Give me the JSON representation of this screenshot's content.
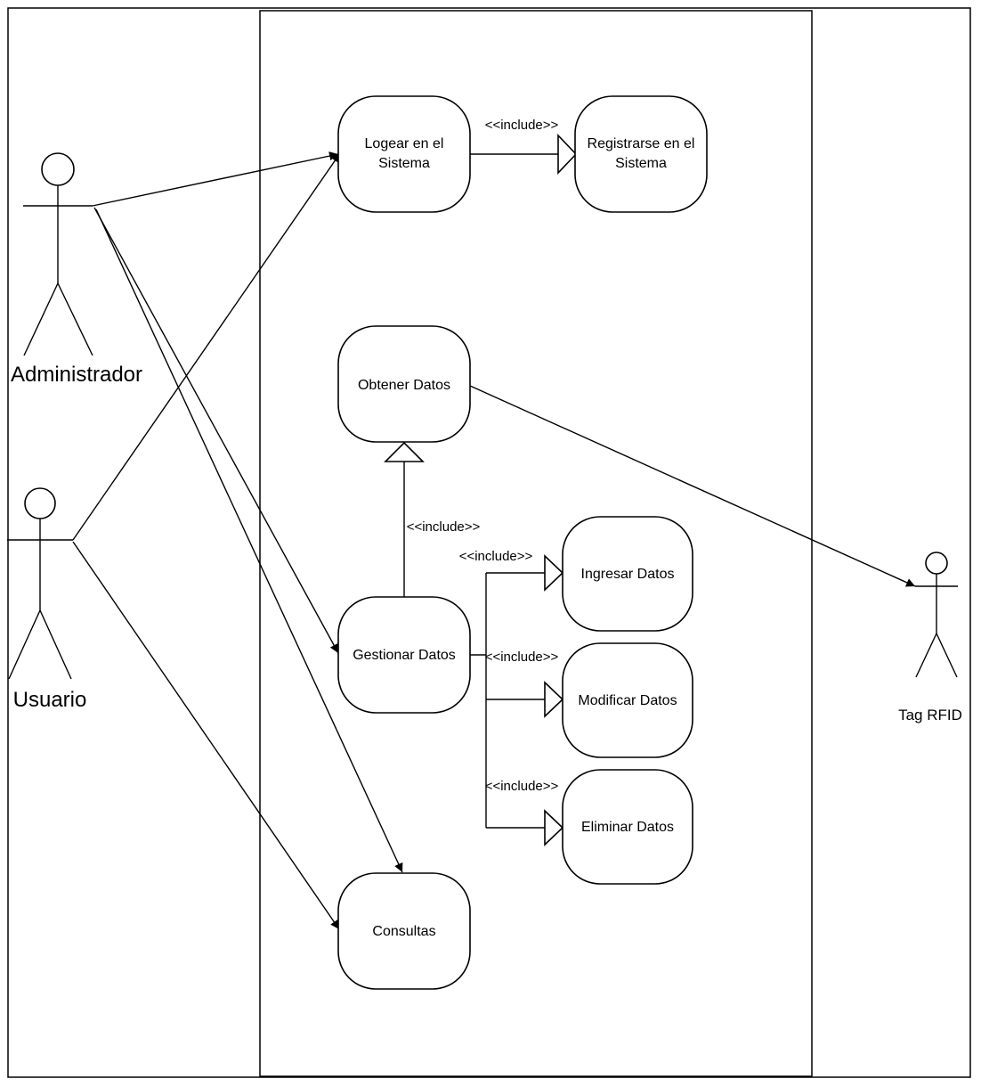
{
  "actors": {
    "administrador": "Administrador",
    "usuario": "Usuario",
    "tag": "Tag RFID"
  },
  "use_cases": {
    "logear_line1": "Logear en el",
    "logear_line2": "Sistema",
    "registrarse_line1": "Registrarse en el",
    "registrarse_line2": "Sistema",
    "obtener": "Obtener Datos",
    "gestionar": "Gestionar Datos",
    "ingresar": "Ingresar Datos",
    "modificar": "Modificar Datos",
    "eliminar": "Eliminar Datos",
    "consultas": "Consultas"
  },
  "stereotypes": {
    "include_registrarse": "<<include>>",
    "include_obtener": "<<include>>",
    "include_ingresar": "<<include>>",
    "include_modificar": "<<include>>",
    "include_eliminar": "<<include>>"
  }
}
